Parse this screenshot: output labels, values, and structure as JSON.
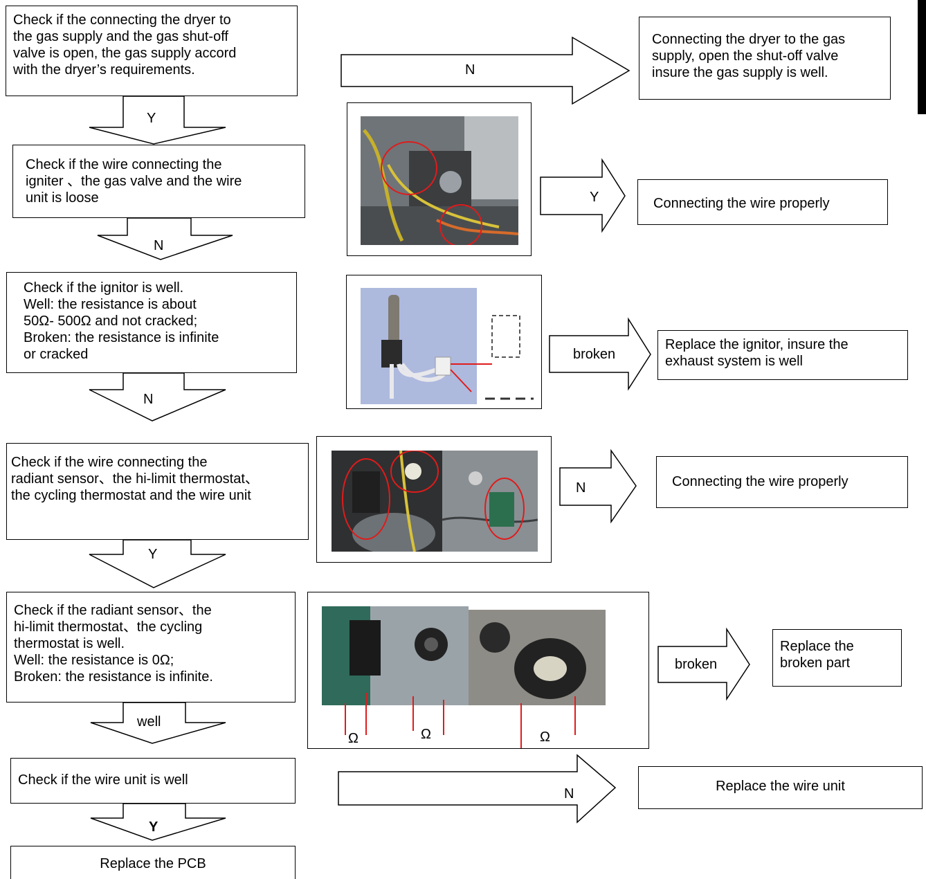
{
  "steps": {
    "s1": "Check if the connecting the dryer to\nthe gas supply and the gas shut-off\nvalve is open, the gas supply accord\nwith the dryer’s requirements.",
    "s2": "Check if the wire connecting the\n igniter 、the gas valve and the wire\nunit is loose",
    "s3": "Check if the ignitor is well.\nWell: the resistance is about\n50Ω- 500Ω and not cracked;\nBroken: the resistance is infinite\nor cracked",
    "s4": "Check if the wire connecting the\nradiant sensor、the hi-limit thermostat、\nthe cycling thermostat and the wire unit",
    "s5": "Check if the radiant sensor、the\nhi-limit thermostat、the cycling\nthermostat is well.\nWell: the resistance is 0Ω;\nBroken: the resistance is infinite.",
    "s6": "Check if the wire unit is well",
    "s7": "Replace the PCB"
  },
  "actions": {
    "a1": "Connecting the dryer to the gas\nsupply, open the shut-off valve\ninsure the gas supply is well.",
    "a2": "Connecting the wire properly",
    "a3": "Replace the ignitor, insure the\nexhaust system is well",
    "a4": "Connecting the wire properly",
    "a5": "Replace the\nbroken part",
    "a6": "Replace the wire unit"
  },
  "arrow_labels": {
    "h1": "N",
    "d1": "Y",
    "h2": "Y",
    "d2": "N",
    "h3": "broken",
    "d3": "N",
    "h4": "N",
    "d4": "Y",
    "h5": "broken",
    "d5": "well",
    "h6": "N",
    "d6": "Y"
  },
  "ohm_labels": [
    "Ω",
    "Ω",
    "Ω"
  ],
  "colors": {
    "annotation_red": "#e01b1b",
    "photo_gray": "#8a8f93",
    "photo_dark": "#2b2b2b",
    "photo_teal": "#2f6a5a",
    "photo_blue": "#aeb9de"
  }
}
